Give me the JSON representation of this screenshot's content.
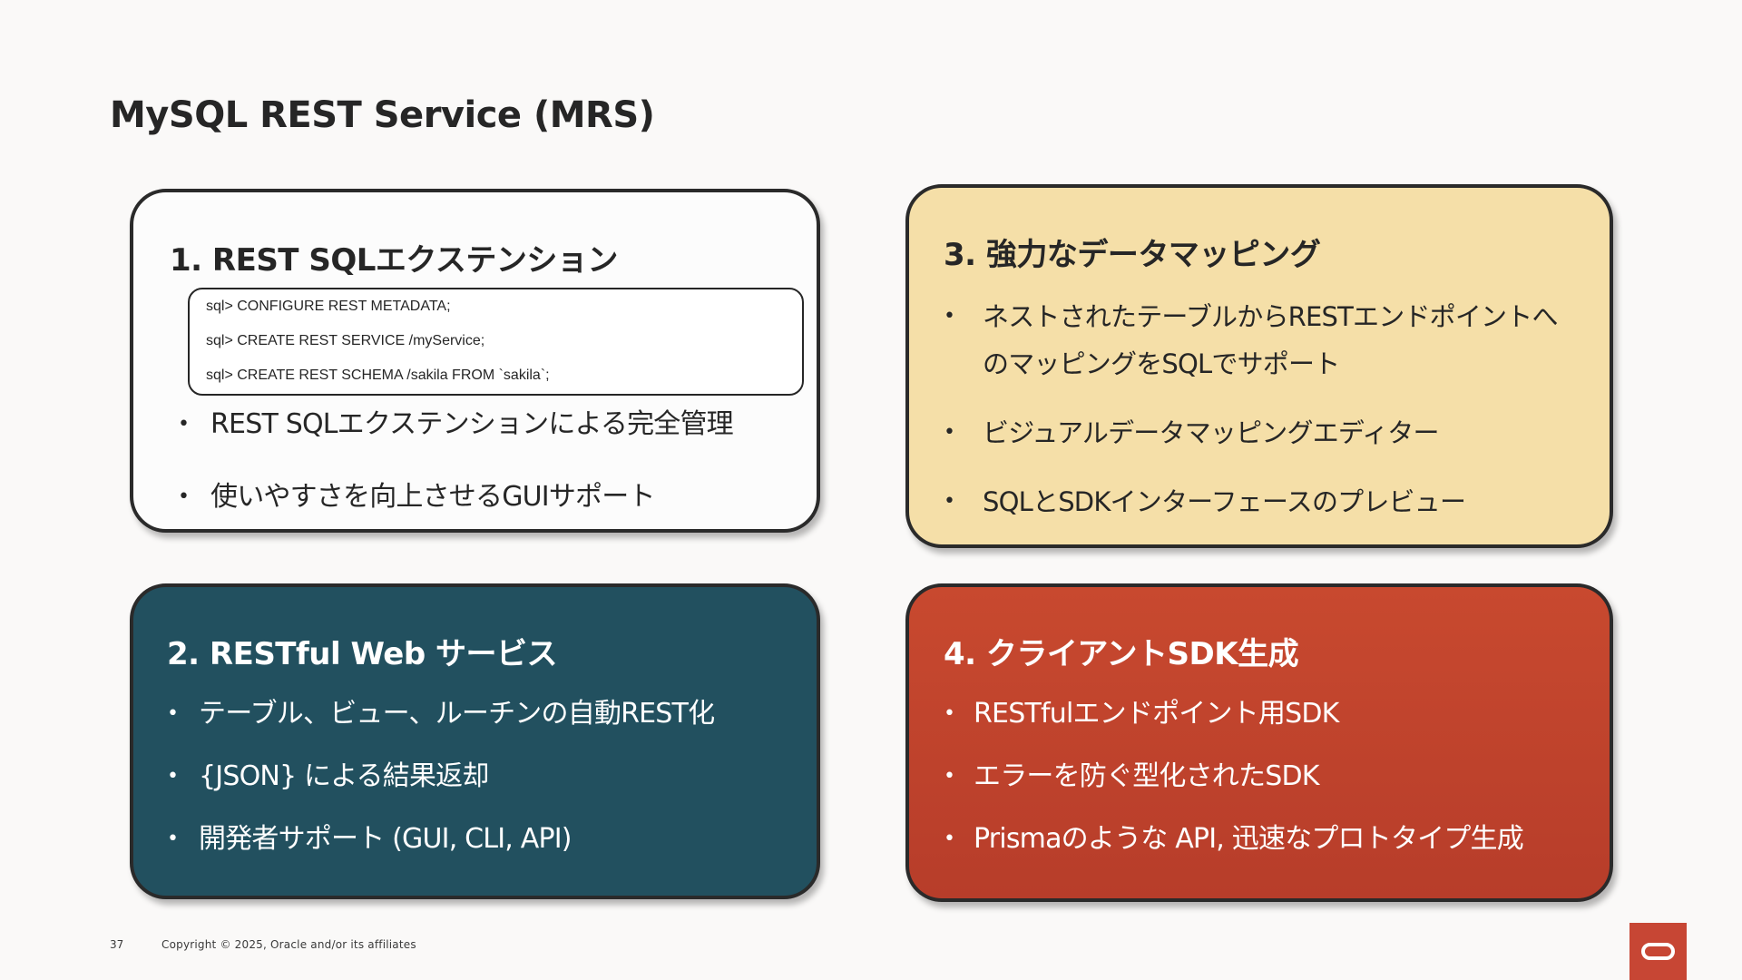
{
  "slide": {
    "title": "MySQL REST Service (MRS)",
    "page_number": "37",
    "copyright": "Copyright © 2025, Oracle and/or its affiliates"
  },
  "cards": {
    "rest_sql": {
      "title": "1. REST SQLエクステンション",
      "code_lines": [
        "sql> CONFIGURE REST METADATA;",
        "sql> CREATE REST SERVICE /myService;",
        "sql> CREATE REST SCHEMA /sakila FROM `sakila`;"
      ],
      "bullets": [
        "REST SQLエクステンションによる完全管理",
        "使いやすさを向上させるGUIサポート"
      ]
    },
    "restful_web": {
      "title": "2. RESTful Web サービス",
      "bullets": [
        "テーブル、ビュー、ルーチンの自動REST化",
        "{JSON} による結果返却",
        "開発者サポート (GUI, CLI, API)"
      ]
    },
    "data_mapping": {
      "title": "3. 強力なデータマッピング",
      "bullets": [
        "ネストされたテーブルからRESTエンドポイントへのマッピングをSQLでサポート",
        "ビジュアルデータマッピングエディター",
        "SQLとSDKインターフェースのプレビュー"
      ]
    },
    "client_sdk": {
      "title": "4. クライアントSDK生成",
      "bullets": [
        "RESTfulエンドポイント用SDK",
        "エラーを防ぐ型化されたSDK",
        "Prismaのような API, 迅速なプロトタイプ生成"
      ]
    }
  },
  "bullet_glyph": "•",
  "colors": {
    "card1_bg": "#FCFCFC",
    "card2_bg": "#22505F",
    "card3_bg": "#F5DFA8",
    "card4_bg": "#C0432E",
    "logo": "#C74634"
  },
  "icons": {
    "logo": "oracle-logo-icon"
  }
}
